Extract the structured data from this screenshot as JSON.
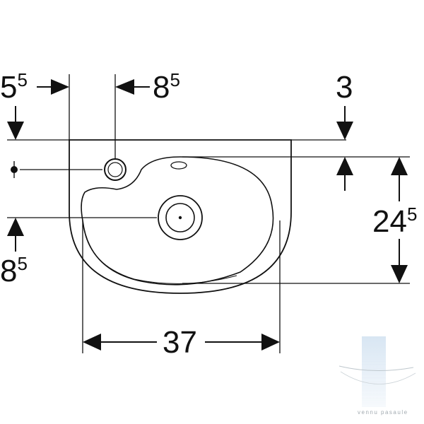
{
  "dimensions": {
    "left_offset": {
      "main": "5",
      "sup": "5"
    },
    "hole_offset": {
      "main": "8",
      "sup": "5"
    },
    "top_offset": {
      "main": "3",
      "sup": ""
    },
    "height": {
      "main": "24",
      "sup": "5"
    },
    "bottom_offset": {
      "main": "8",
      "sup": "5"
    },
    "width": {
      "main": "37",
      "sup": ""
    }
  },
  "watermark": {
    "text": "vennu pasaule"
  },
  "colors": {
    "line": "#111111",
    "watermark": "#9aa3aa",
    "watermark_bar": "#cfe0f0"
  }
}
